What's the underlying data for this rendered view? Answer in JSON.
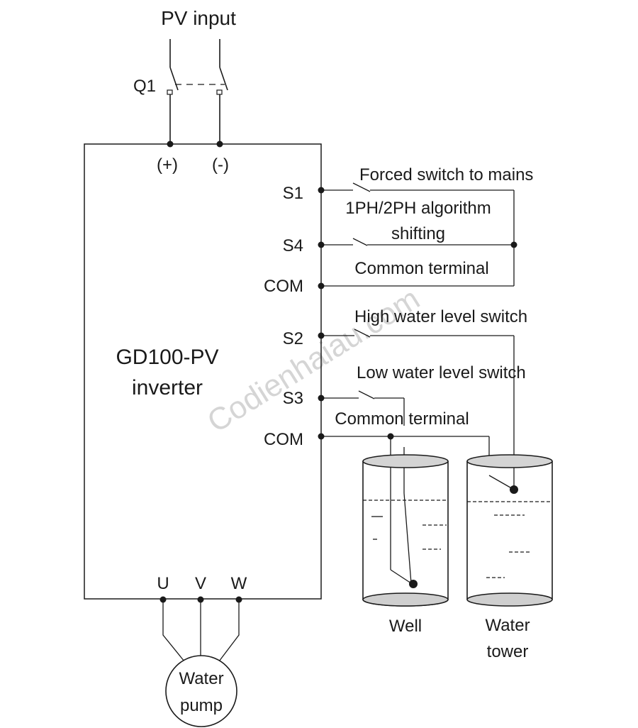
{
  "pv": {
    "title": "PV input",
    "switch_label": "Q1",
    "plus": "(+)",
    "minus": "(-)"
  },
  "inverter": {
    "line1": "GD100-PV",
    "line2": "inverter"
  },
  "terminals": {
    "s1": "S1",
    "s4": "S4",
    "com1": "COM",
    "s2": "S2",
    "s3": "S3",
    "com2": "COM",
    "u": "U",
    "v": "V",
    "w": "W"
  },
  "labels": {
    "forced": "Forced switch to mains",
    "algo1": "1PH/2PH algorithm",
    "algo2": "shifting",
    "common1": "Common terminal",
    "high": "High water level switch",
    "low": "Low water level switch",
    "common2": "Common terminal"
  },
  "tanks": {
    "well": "Well",
    "tower1": "Water",
    "tower2": "tower"
  },
  "pump": {
    "line1": "Water",
    "line2": "pump"
  },
  "watermark": "Codienhaiau.com"
}
